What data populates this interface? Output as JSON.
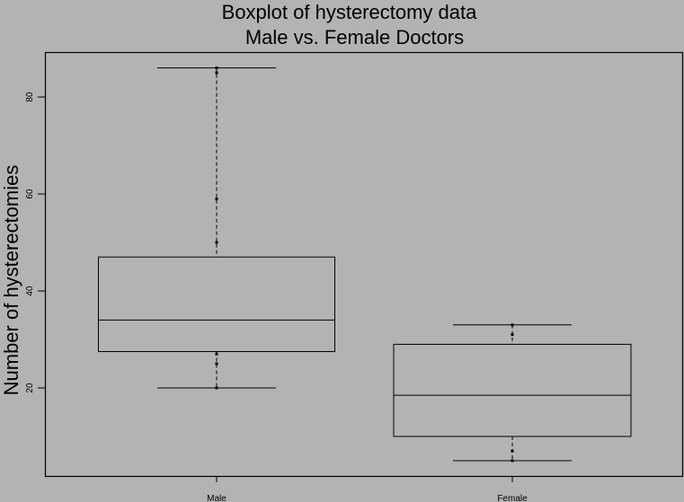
{
  "chart_data": {
    "type": "boxplot",
    "title": "Boxplot of hysterectomy data",
    "subtitle": "Male vs. Female Doctors",
    "xlabel": "",
    "ylabel": "Number of hysterectomies",
    "categories": [
      "Male",
      "Female"
    ],
    "yticks": [
      20,
      40,
      60,
      80
    ],
    "ylim": [
      1.7,
      89.3
    ],
    "grid": false,
    "legend": null,
    "series": [
      {
        "name": "Male",
        "whisker_low": 20,
        "q1": 27.5,
        "median": 34,
        "q3": 47,
        "whisker_high": 86,
        "points": [
          20,
          25,
          27,
          50,
          59,
          85,
          86
        ]
      },
      {
        "name": "Female",
        "whisker_low": 5,
        "q1": 10,
        "median": 18.5,
        "q3": 29,
        "whisker_high": 33,
        "points": [
          5,
          7,
          31,
          33
        ]
      }
    ]
  }
}
